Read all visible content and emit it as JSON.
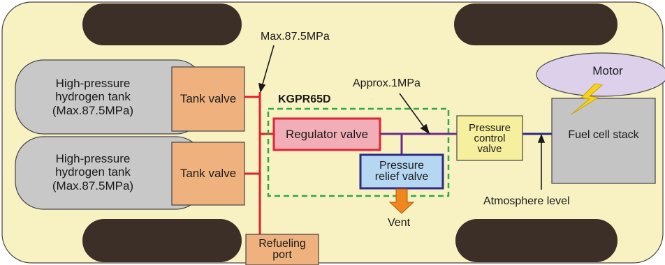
{
  "colors": {
    "car_body": "#f8f1c2",
    "tire": "#3b2f27",
    "tank": "#c8c8c8",
    "tank_valve": "#efb27f",
    "regulator_fill": "#f2aeb7",
    "regulator_border": "#e0243a",
    "relief_fill": "#b5d7f2",
    "relief_border": "#2e2a86",
    "pressure_control": "#f6ef9d",
    "stack": "#c4c4c4",
    "motor": "#ddd0ea",
    "red_line": "#e0202c",
    "purple_line": "#6b2c8c",
    "blue_line": "#2e2a86",
    "dashed_box": "#2ea84a",
    "vent_arrow": "#f0861e",
    "lightning": "#f5d21f"
  },
  "icons": {
    "lightning": "lightning-bolt-icon",
    "vent": "down-arrow-icon"
  },
  "tanks": [
    {
      "text": "High-pressure\nhydrogen tank\n(Max.87.5MPa)"
    },
    {
      "text": "High-pressure\nhydrogen tank\n(Max.87.5MPa)"
    }
  ],
  "tank_valves": [
    {
      "text": "Tank valve"
    },
    {
      "text": "Tank valve"
    }
  ],
  "labels": {
    "max_pressure": "Max.87.5MPa",
    "approx_pressure": "Approx.1MPa",
    "product": "KGPR65D",
    "regulator": "Regulator valve",
    "relief": "Pressure\nrelief valve",
    "pressure_control": "Pressure\ncontrol\nvalve",
    "stack": "Fuel cell stack",
    "motor": "Motor",
    "atmosphere": "Atmosphere level",
    "vent": "Vent",
    "refueling": "Refueling\nport"
  }
}
